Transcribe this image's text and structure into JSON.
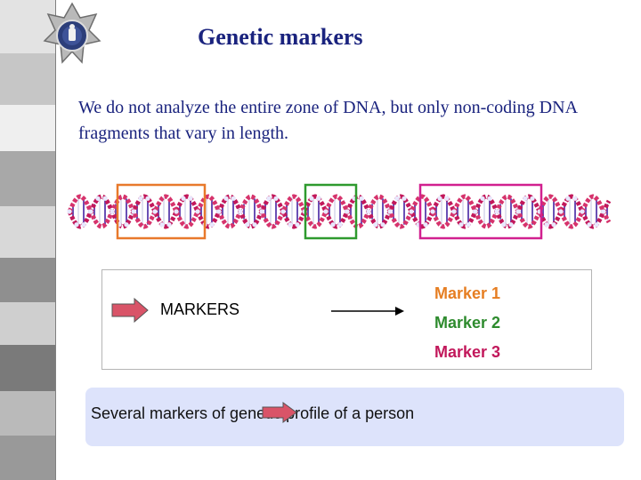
{
  "slide": {
    "title": "Genetic markers",
    "intro": "We do not analyze the entire zone of DNA, but only non-coding DNA fragments that vary in length."
  },
  "highlight_boxes": [
    {
      "name": "fragment-1",
      "color": "#e8792b"
    },
    {
      "name": "fragment-2",
      "color": "#2e9a2e"
    },
    {
      "name": "fragment-3",
      "color": "#d1208f"
    }
  ],
  "diagram": {
    "source_label": "MARKERS",
    "marker_color": "#c2185b",
    "marker_colors": [
      "#e67e22",
      "#2e8b2e",
      "#c2185b"
    ],
    "markers": [
      "Marker 1",
      "Marker 2",
      "Marker 3"
    ]
  },
  "summary": {
    "text": "Several markers of genetic profile of a person",
    "background": "#dde3fb"
  },
  "icons": {
    "block_arrow": "arrow-right-icon",
    "emblem": "police-emblem-icon",
    "dna": "dna-helix-image"
  }
}
